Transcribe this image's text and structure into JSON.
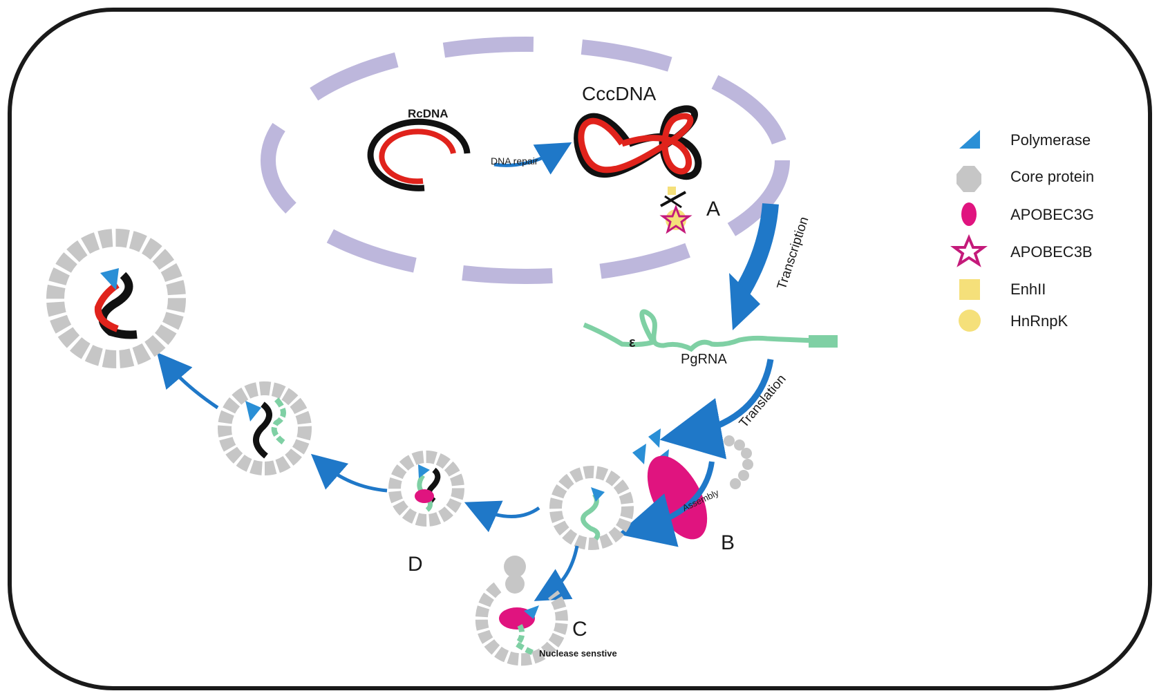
{
  "labels": {
    "rcdna": "RcDNA",
    "cccdna": "CccDNA",
    "dna_repair": "DNA repair",
    "transcription": "Transcription",
    "translation": "Translation",
    "pgrna": "PgRNA",
    "epsilon": "ε",
    "assembly": "Assembly",
    "nuclease": "Nuclease senstive",
    "point_a": "A",
    "point_b": "B",
    "point_c": "C",
    "point_d": "D"
  },
  "legend": [
    {
      "label": "Polymerase",
      "icon": "triangle",
      "color": "#2a8fd6"
    },
    {
      "label": "Core protein",
      "icon": "octagon",
      "color": "#c6c6c6"
    },
    {
      "label": "APOBEC3G",
      "icon": "ellipse",
      "color": "#e0147f"
    },
    {
      "label": "APOBEC3B",
      "icon": "star",
      "color": "#c41a7a"
    },
    {
      "label": "EnhII",
      "icon": "square",
      "color": "#f5e07a"
    },
    {
      "label": "HnRnpK",
      "icon": "circle",
      "color": "#f5e07a"
    }
  ],
  "colors": {
    "frame": "#1a1a1a",
    "nucleus": "#bdb7dc",
    "arrow": "#1f78c8",
    "dna_black": "#111111",
    "dna_red": "#e0231c",
    "rna_green": "#7fd0a4",
    "core": "#c6c6c6",
    "polymerase": "#2a8fd6",
    "apobec3g": "#e0147f",
    "apobec3b": "#c41a7a",
    "enh": "#f5e07a"
  }
}
